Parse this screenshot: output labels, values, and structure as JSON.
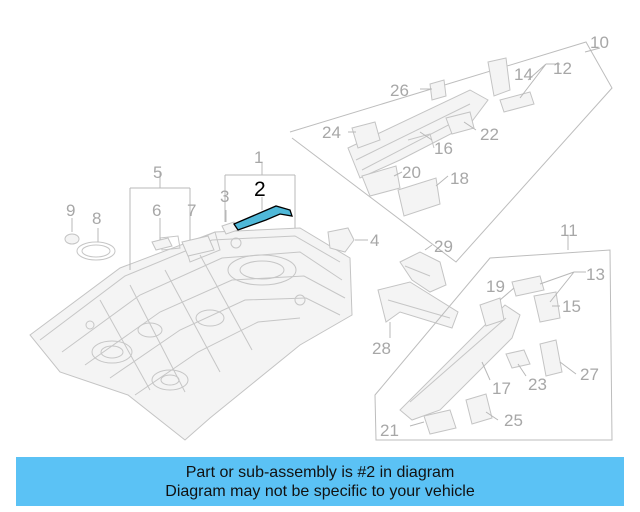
{
  "diagram": {
    "callouts": {
      "c1": "1",
      "c2": "2",
      "c3": "3",
      "c4": "4",
      "c5": "5",
      "c6": "6",
      "c7": "7",
      "c8": "8",
      "c9": "9",
      "c10": "10",
      "c11": "11",
      "c12": "12",
      "c13": "13",
      "c14": "14",
      "c15": "15",
      "c16": "16",
      "c17": "17",
      "c18": "18",
      "c19": "19",
      "c20": "20",
      "c21": "21",
      "c22": "22",
      "c23": "23",
      "c24": "24",
      "c25": "25",
      "c26": "26",
      "c27": "27",
      "c28": "28",
      "c29": "29"
    },
    "highlighted_part": "2",
    "colors": {
      "highlight_fill": "#4fb8d8",
      "line_art": "#c6c6c6",
      "callout_text": "#a7a7a7"
    }
  },
  "banner": {
    "line1": "Part or sub-assembly is #2 in diagram",
    "line2": "Diagram may not be specific to your vehicle",
    "background": "#5bc2f5"
  }
}
